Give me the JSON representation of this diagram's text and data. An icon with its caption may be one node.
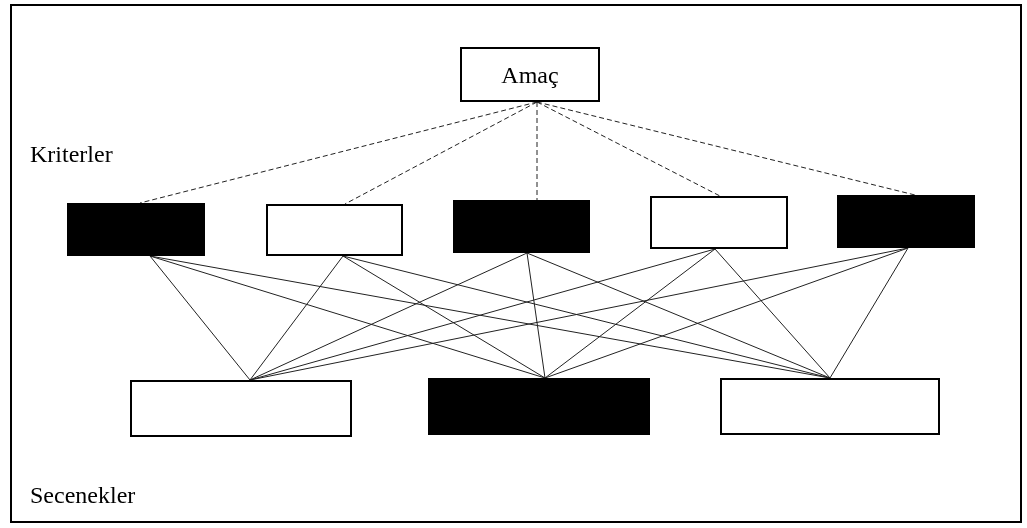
{
  "diagram": {
    "nodes": [
      {
        "text": [
          "Amaç"
        ]
      },
      {
        "text": [],
        "shape": "box"
      },
      {
        "text": [],
        "shape": "box"
      },
      {
        "text": [],
        "shape": "box"
      },
      {
        "text": [],
        "shape": "box"
      },
      {
        "text": [],
        "shape": "box"
      },
      {
        "text": [],
        "shape": "box"
      },
      {
        "text": [],
        "shape": "box"
      },
      {
        "text": [],
        "shape": "box"
      }
    ],
    "edges": [
      {
        "from": 0,
        "to": 1,
        "arrow": "none",
        "style": "dashed"
      },
      {
        "from": 0,
        "to": 2,
        "arrow": "none",
        "style": "dashed"
      },
      {
        "from": 0,
        "to": 3,
        "arrow": "none",
        "style": "dashed"
      },
      {
        "from": 0,
        "to": 4,
        "arrow": "none",
        "style": "dashed"
      },
      {
        "from": 0,
        "to": 5,
        "arrow": "none",
        "style": "dashed"
      },
      {
        "from": 1,
        "to": 6,
        "arrow": "none"
      },
      {
        "from": 1,
        "to": 7,
        "arrow": "none"
      },
      {
        "from": 1,
        "to": 8,
        "arrow": "none"
      },
      {
        "from": 2,
        "to": 6,
        "arrow": "none"
      },
      {
        "from": 2,
        "to": 7,
        "arrow": "none"
      },
      {
        "from": 2,
        "to": 8,
        "arrow": "none"
      },
      {
        "from": 3,
        "to": 6,
        "arrow": "none"
      },
      {
        "from": 3,
        "to": 7,
        "arrow": "none"
      },
      {
        "from": 3,
        "to": 8,
        "arrow": "none"
      },
      {
        "from": 4,
        "to": 6,
        "arrow": "none"
      },
      {
        "from": 4,
        "to": 7,
        "arrow": "none"
      },
      {
        "from": 4,
        "to": 8,
        "arrow": "none"
      },
      {
        "from": 5,
        "to": 6,
        "arrow": "none"
      },
      {
        "from": 5,
        "to": 7,
        "arrow": "none"
      },
      {
        "from": 5,
        "to": 8,
        "arrow": "none"
      }
    ],
    "labels": [
      "Kriterler",
      "Secenekler"
    ]
  }
}
